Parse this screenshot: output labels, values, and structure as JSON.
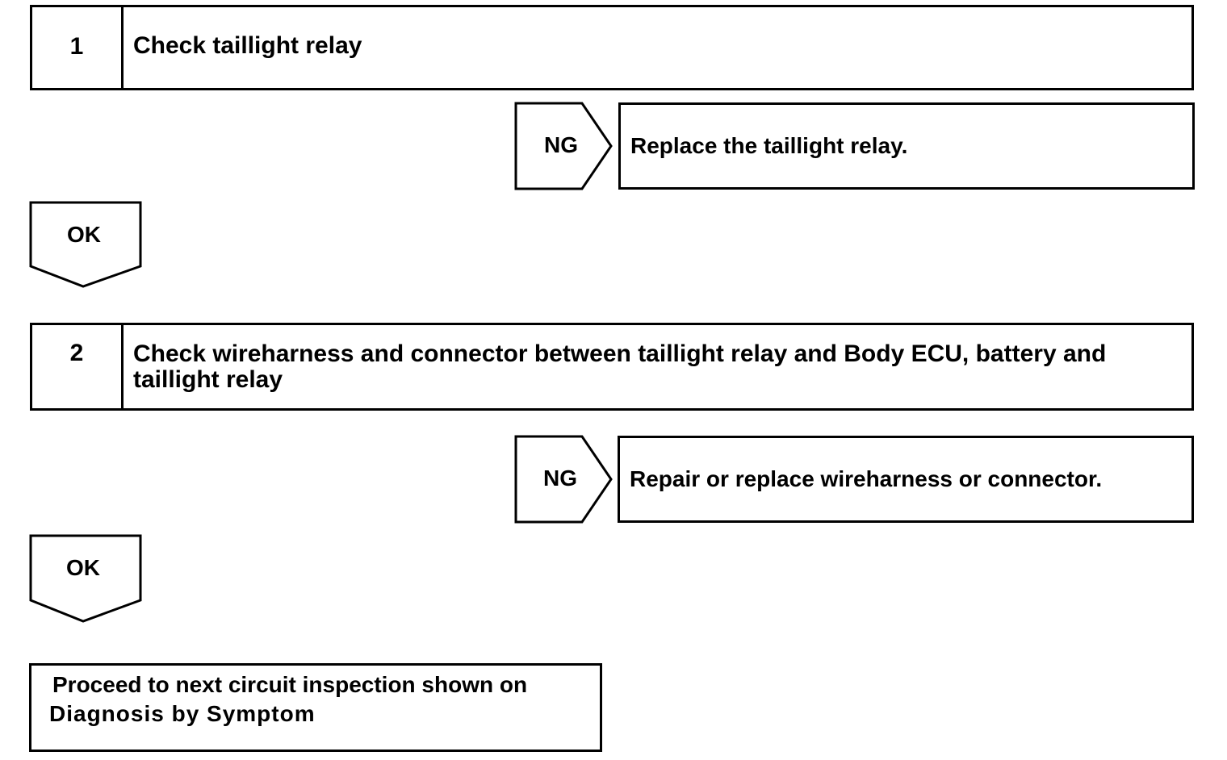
{
  "steps": [
    {
      "number": "1",
      "text": "Check taillight relay",
      "ng_label": "NG",
      "ng_action": "Replace the taillight relay.",
      "ok_label": "OK"
    },
    {
      "number": "2",
      "text": "Check wireharness and connector between taillight relay and Body ECU, battery and taillight relay",
      "ng_label": "NG",
      "ng_action": "Repair or replace wireharness or connector.",
      "ok_label": "OK"
    }
  ],
  "final": {
    "line1": "Proceed to next circuit inspection shown on",
    "line2": "Diagnosis by Symptom"
  }
}
